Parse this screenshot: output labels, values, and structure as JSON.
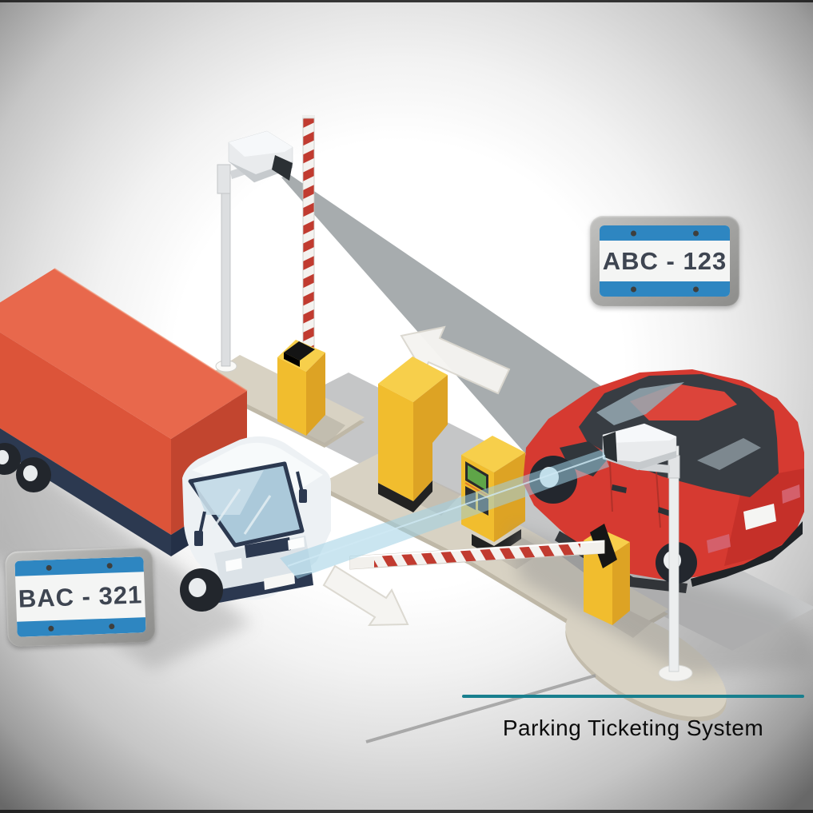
{
  "caption": {
    "text": "Parking Ticketing System"
  },
  "plates": {
    "car": {
      "text": "ABC - 123"
    },
    "truck": {
      "text": "BAC - 321"
    }
  },
  "colors": {
    "caption_text": "#0c0c0c",
    "divider_teal": "#187f8e",
    "plate_stripe_blue": "#2e86c1",
    "plate_text": "#3e4551",
    "plate_frame_gray": "#a5a5a3",
    "car_red": "#d63a31",
    "truck_orange_side": "#dc5439",
    "truck_orange_top": "#e8684c",
    "truck_chassis_navy": "#2c3950",
    "kiosk_yellow_front": "#f1bd2e",
    "kiosk_yellow_top": "#f7cf4b",
    "kiosk_yellow_side": "#dda324",
    "barrier_red": "#c13b30",
    "beam_gray": "#9ba0a3",
    "beam_blue": "#9fd0e4",
    "island_beige": "#d8d2c3",
    "road_gray": "#c5c6c7",
    "screen_green": "#5fa548"
  },
  "scene": {
    "elements": [
      {
        "name": "entry-surveillance-camera"
      },
      {
        "name": "exit-surveillance-camera"
      },
      {
        "name": "raised-barrier-pole"
      },
      {
        "name": "lowered-barrier-arm"
      },
      {
        "name": "entry-barrier-machine"
      },
      {
        "name": "exit-barrier-machine"
      },
      {
        "name": "payment-kiosk"
      },
      {
        "name": "ticket-dispenser-kiosk"
      },
      {
        "name": "delivery-truck"
      },
      {
        "name": "red-car"
      },
      {
        "name": "exit-direction-arrow"
      },
      {
        "name": "entry-direction-arrow"
      },
      {
        "name": "camera-view-beam"
      },
      {
        "name": "plate-scan-beam"
      }
    ]
  }
}
